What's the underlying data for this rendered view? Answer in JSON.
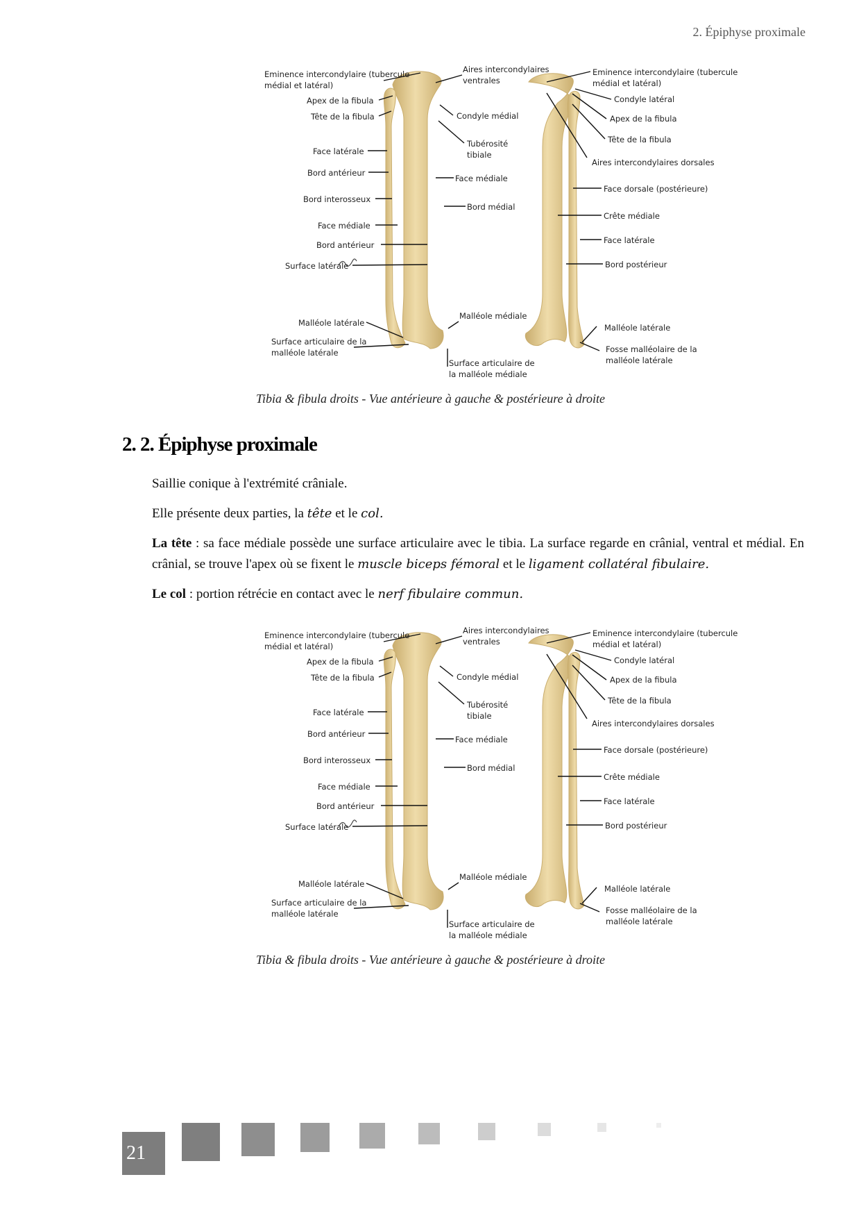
{
  "header": {
    "running_title": "2. Épiphyse proximale"
  },
  "figure": {
    "labels_anterior": [
      {
        "key": "eminence",
        "text": "Eminence intercondylaire (tubercule\nmédial et latéral)"
      },
      {
        "key": "apex",
        "text": "Apex de la fibula"
      },
      {
        "key": "tete",
        "text": "Tête de la fibula"
      },
      {
        "key": "face_lat",
        "text": "Face latérale"
      },
      {
        "key": "bord_ant",
        "text": "Bord antérieur"
      },
      {
        "key": "bord_inter",
        "text": "Bord interosseux"
      },
      {
        "key": "face_med",
        "text": "Face médiale"
      },
      {
        "key": "bord_ant2",
        "text": "Bord antérieur"
      },
      {
        "key": "surf_lat",
        "text": "Surface latérale"
      },
      {
        "key": "malleole_lat",
        "text": "Malléole latérale"
      },
      {
        "key": "surf_art_lat",
        "text": "Surface articulaire de la\nmalléole latérale"
      }
    ],
    "labels_middle": [
      {
        "key": "aires_ventrales",
        "text": "Aires intercondylaires\nventrales"
      },
      {
        "key": "condyle_med",
        "text": "Condyle médial"
      },
      {
        "key": "tuberosite",
        "text": "Tubérosité\ntibiale"
      },
      {
        "key": "face_med_tib",
        "text": "Face médiale"
      },
      {
        "key": "bord_med",
        "text": "Bord médial"
      },
      {
        "key": "malleole_med",
        "text": "Malléole médiale"
      },
      {
        "key": "surf_art_med",
        "text": "Surface articulaire de\nla malléole médiale"
      }
    ],
    "labels_posterior": [
      {
        "key": "eminence_p",
        "text": "Eminence intercondylaire (tubercule\nmédial et latéral)"
      },
      {
        "key": "condyle_lat",
        "text": "Condyle latéral"
      },
      {
        "key": "apex_p",
        "text": "Apex de la fibula"
      },
      {
        "key": "tete_p",
        "text": "Tête de la fibula"
      },
      {
        "key": "aires_dorsales",
        "text": "Aires intercondylaires dorsales"
      },
      {
        "key": "face_dorsale",
        "text": "Face dorsale (postérieure)"
      },
      {
        "key": "crete_med",
        "text": "Crête médiale"
      },
      {
        "key": "face_lat_p",
        "text": "Face latérale"
      },
      {
        "key": "bord_post",
        "text": "Bord postérieur"
      },
      {
        "key": "malleole_lat_p",
        "text": "Malléole latérale"
      },
      {
        "key": "fosse",
        "text": "Fosse malléolaire de la\nmalléole latérale"
      }
    ],
    "caption": "Tibia & fibula droits - Vue antérieure à gauche & postérieure à droite"
  },
  "section": {
    "title": "2. 2. Épiphyse proximale",
    "p1": "Saillie conique à l'extrémité crâniale.",
    "p2_pre": "Elle présente deux parties, la ",
    "p2_tete": "tête",
    "p2_mid": " et le ",
    "p2_col": "col.",
    "p3_bold": "La tête",
    "p3_text": " : sa face médiale possède une surface articulaire avec le tibia. La surface regarde en crânial, ventral et médial. En crânial, se trouve l'apex où se fixent le ",
    "p3_term1": "muscle biceps fémoral",
    "p3_mid": " et le ",
    "p3_term2": "ligament collatéral fibulaire.",
    "p4_bold": "Le col",
    "p4_text": " : portion rétrécie en contact avec le ",
    "p4_term": "nerf fibulaire commun."
  },
  "footer": {
    "page_number": "21"
  },
  "colors": {
    "bone": "#efdcaa",
    "bone_shadow": "#c9ad6e",
    "footer_gray": "#7d7d7d"
  }
}
